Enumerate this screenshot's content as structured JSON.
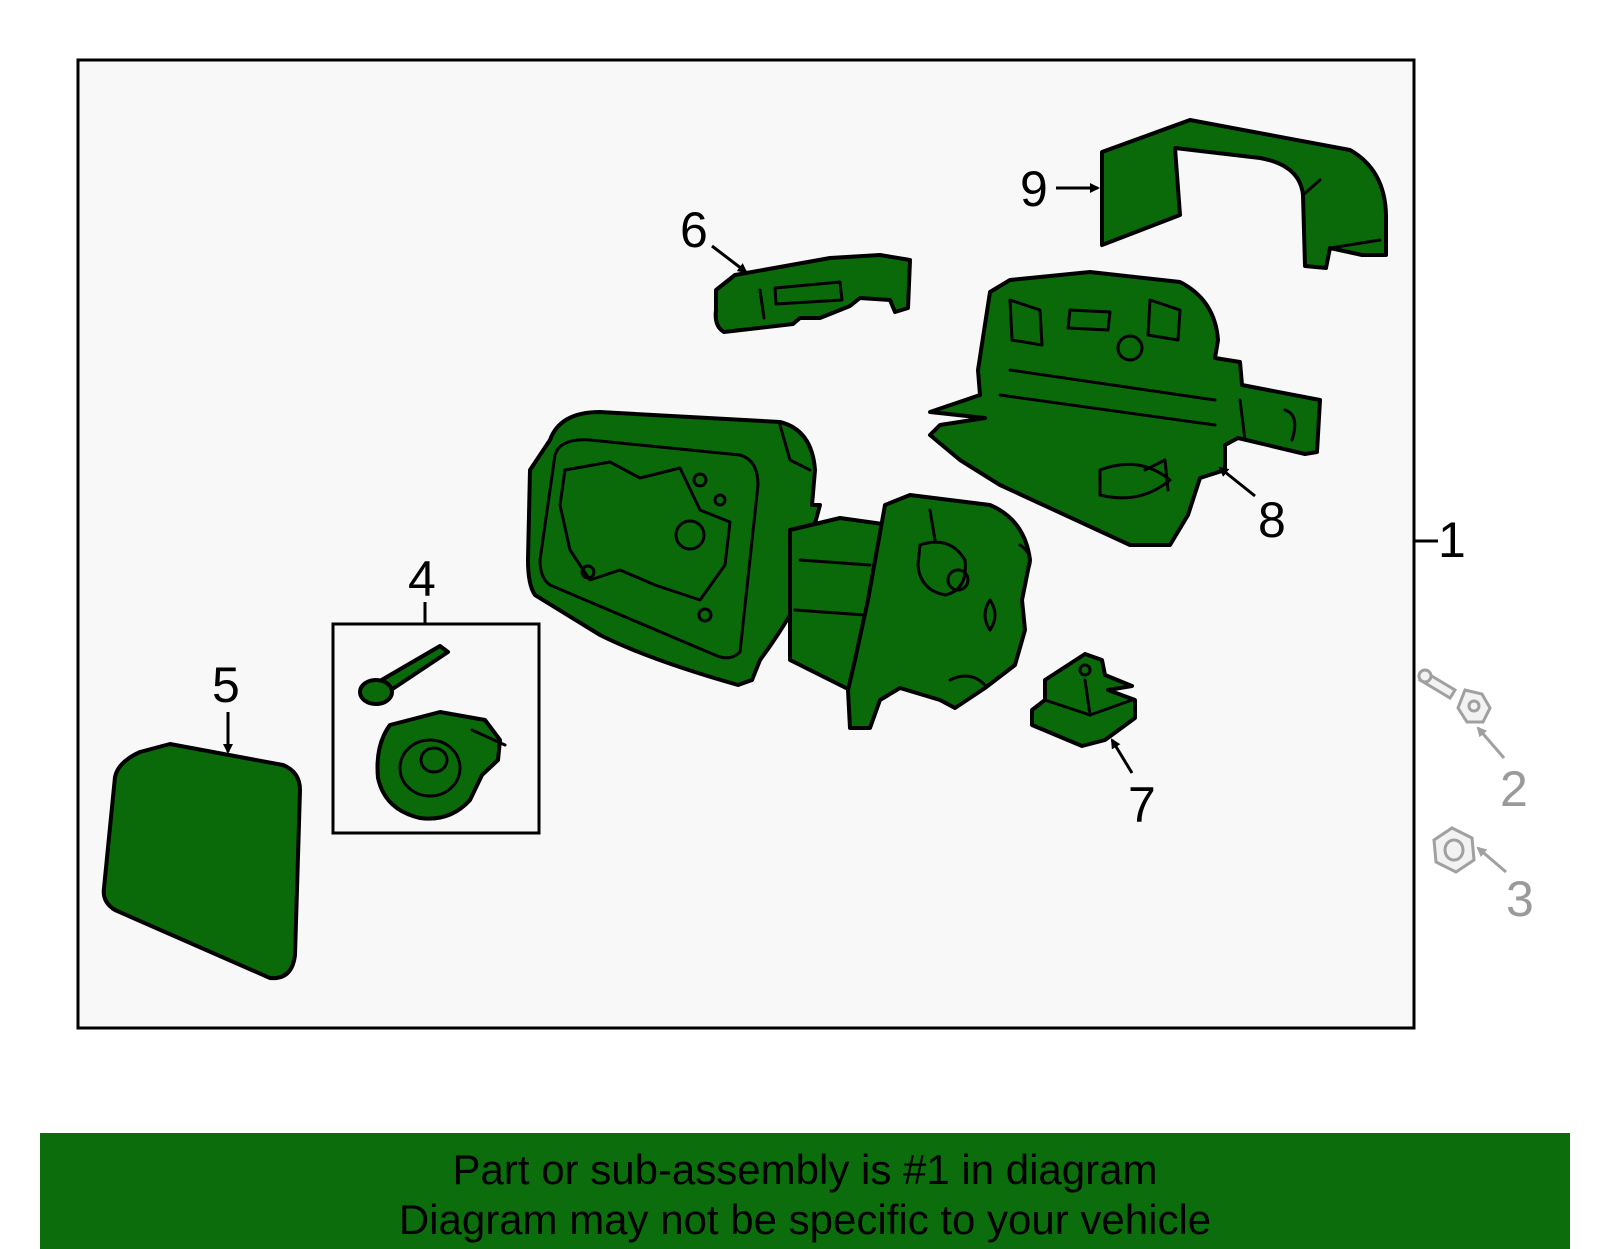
{
  "callouts": {
    "c1": "1",
    "c2": "2",
    "c3": "3",
    "c4": "4",
    "c5": "5",
    "c6": "6",
    "c7": "7",
    "c8": "8",
    "c9": "9"
  },
  "banner": {
    "line1": "Part or sub-assembly is #1 in diagram",
    "line2": "Diagram may not be specific to your vehicle"
  },
  "colors": {
    "part_fill": "#0a6a0a",
    "banner_bg": "#0b6d0b",
    "frame_bg": "#f8f8f8",
    "grey_parts": "#a0a0a0"
  }
}
